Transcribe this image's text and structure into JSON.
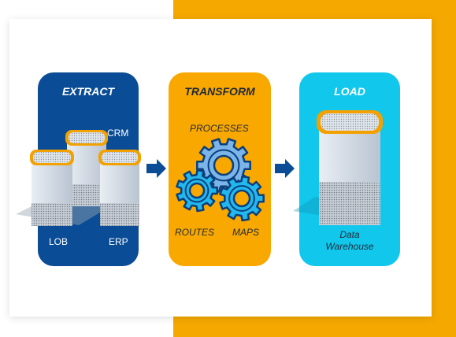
{
  "stages": [
    {
      "title": "EXTRACT",
      "labels": [
        "CRM",
        "LOB",
        "ERP"
      ]
    },
    {
      "title": "TRANSFORM",
      "labels": [
        "PROCESSES",
        "ROUTES",
        "MAPS"
      ]
    },
    {
      "title": "LOAD",
      "labels": [
        "Data",
        "Warehouse"
      ]
    }
  ],
  "colors": {
    "extract": "#0a4d96",
    "transform": "#f9a800",
    "load": "#11c7ec",
    "arrow": "#0a4d96",
    "accent_orange": "#f5a800"
  },
  "icons": [
    "server-icon",
    "gear-icon",
    "arrow-right-icon"
  ]
}
